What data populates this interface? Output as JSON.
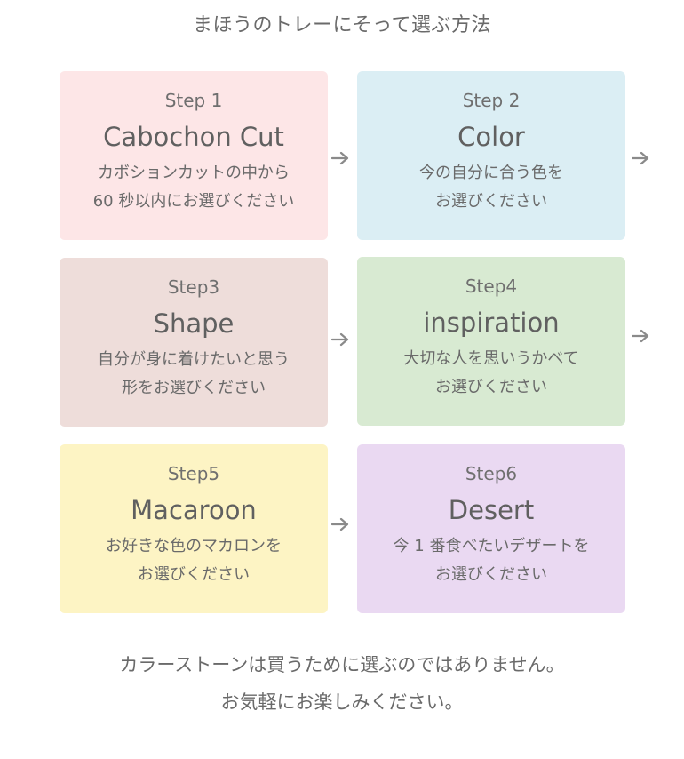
{
  "page": {
    "title": "まほうのトレーにそって選ぶ方法"
  },
  "steps": [
    {
      "step": "Step 1",
      "name": "Cabochon Cut",
      "desc1": "カボションカットの中から",
      "desc2": "60 秒以内にお選びください",
      "color": "#fde6e7"
    },
    {
      "step": "Step 2",
      "name": "Color",
      "desc1": "今の自分に合う色を",
      "desc2": "お選びください",
      "color": "#dbeef4"
    },
    {
      "step": "Step3",
      "name": "Shape",
      "desc1": "自分が身に着けたいと思う",
      "desc2": "形をお選びください",
      "color": "#eeddda"
    },
    {
      "step": "Step4",
      "name": "inspiration",
      "desc1": "大切な人を思いうかべて",
      "desc2": "お選びください",
      "color": "#d8ead2"
    },
    {
      "step": "Step5",
      "name": "Macaroon",
      "desc1": "お好きな色のマカロンを",
      "desc2": "お選びください",
      "color": "#fdf4c4"
    },
    {
      "step": "Step6",
      "name": "Desert",
      "desc1": "今 1 番食べたいデザートを",
      "desc2": "お選びください",
      "color": "#ead9f2"
    }
  ],
  "arrow": {
    "icon": "arrow-right-icon",
    "color": "#8a8a8a"
  },
  "footer": {
    "line1": "カラーストーンは買うために選ぶのではありません。",
    "line2": "お気軽にお楽しみください。"
  }
}
